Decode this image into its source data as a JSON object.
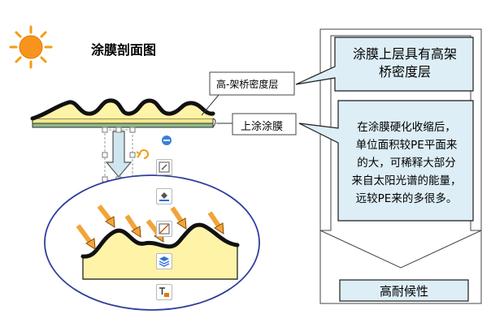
{
  "title": "涂膜剖面图",
  "labels": {
    "high_density_layer": "高-架桥密度层",
    "topcoat": "上涂涂膜"
  },
  "right_panel": {
    "callout_top": [
      "涂膜上层具有高架",
      "桥密度层"
    ],
    "callout_body": [
      "在涂膜硬化收缩后，",
      "单位面积较PE平面来",
      "的大，可稀释大部分",
      "来自太阳光谱的能量，",
      "远较PE来的多很多。"
    ],
    "result": "高耐候性"
  },
  "colors": {
    "sun": "#f39c12",
    "sun_core": "#f7941d",
    "coating": "#fff3a8",
    "film_yellow": "#f5e98a",
    "film_green": "#8fb98a",
    "arrow_orange": "#f2a43a",
    "ellipse_border": "#2f3e9e",
    "callout_fill": "#ddeef6",
    "callout_border": "#1a1a1a",
    "selection_handle": "#7a7a7a"
  },
  "toolbar": {
    "icons": [
      "edit-shape-icon",
      "fill-bucket-icon",
      "line-style-icon",
      "layers-icon",
      "text-edit-icon"
    ]
  }
}
